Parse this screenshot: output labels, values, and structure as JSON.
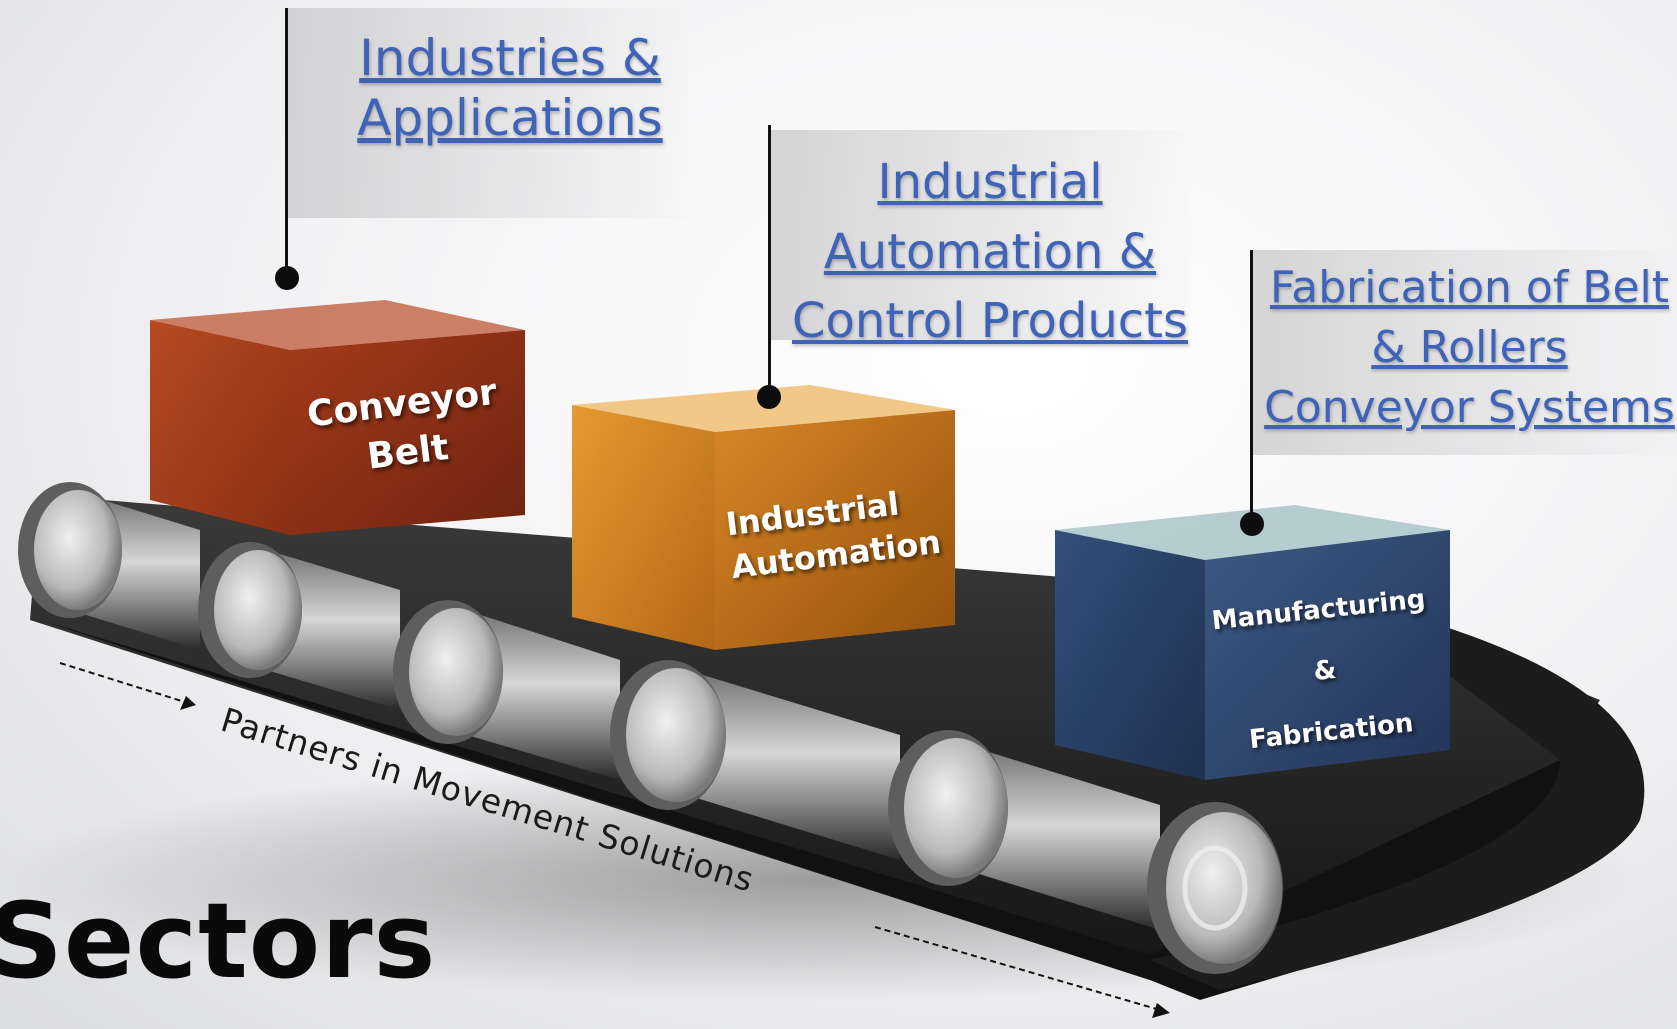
{
  "flags": {
    "industries": "Industries & Applications",
    "automation_line1": "Industrial",
    "automation_line2": "Automation &",
    "automation_line3": "Control Products",
    "fabrication_line1": "Fabrication of Belt",
    "fabrication_line2": "& Rollers",
    "fabrication_line3": "Conveyor Systems",
    "industries_line1": "Industries &",
    "industries_line2": "Applications"
  },
  "boxes": {
    "conveyor_line1": "Conveyor",
    "conveyor_line2": "Belt",
    "automation_line1": "Industrial",
    "automation_line2": "Automation",
    "manufacturing_line1": "Manufacturing",
    "manufacturing_line2": "&",
    "manufacturing_line3": "Fabrication"
  },
  "slogan": "Partners in Movement Solutions",
  "title": "Sectors",
  "colors": {
    "link": "#3f63b6",
    "conveyor_box": "#9e3a1a",
    "automation_box": "#c9781c",
    "manufacturing_box": "#2b3d5f",
    "belt": "#1f1f1f"
  }
}
